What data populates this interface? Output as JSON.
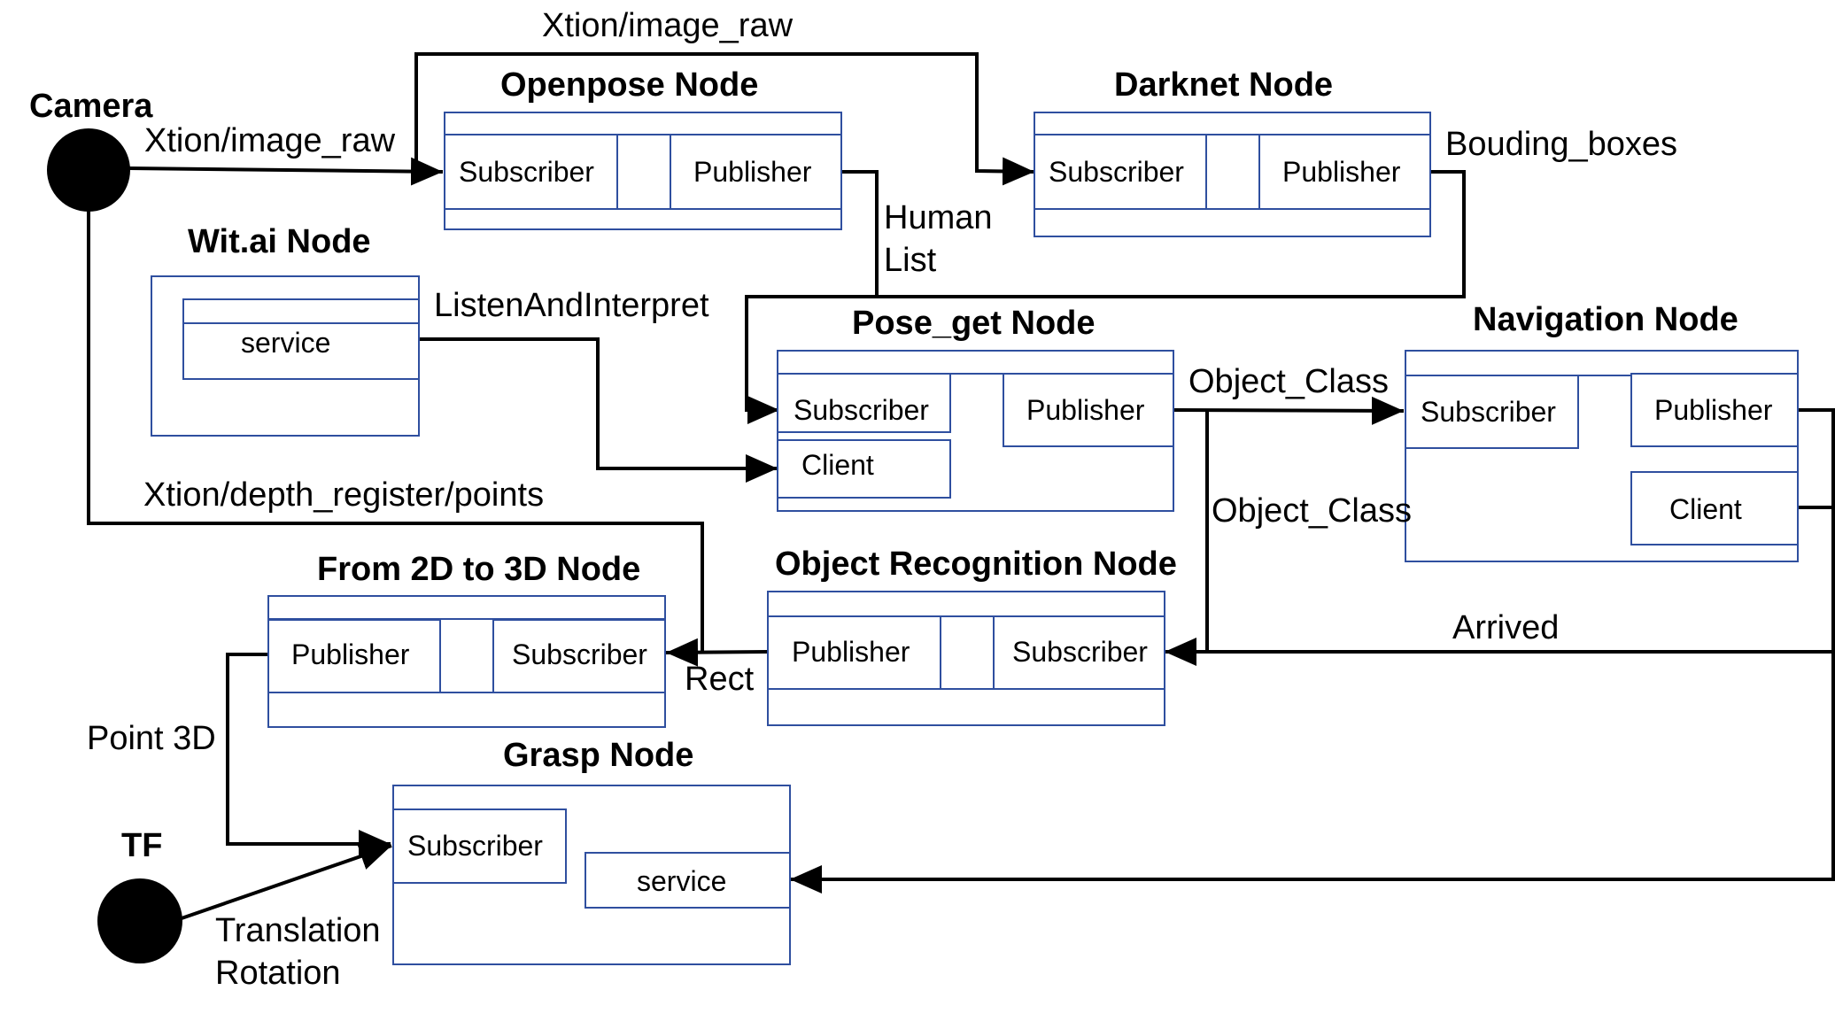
{
  "sources": {
    "camera": "Camera",
    "tf": "TF"
  },
  "nodes": {
    "openpose": {
      "title": "Openpose Node",
      "subscriber": "Subscriber",
      "publisher": "Publisher"
    },
    "darknet": {
      "title": "Darknet Node",
      "subscriber": "Subscriber",
      "publisher": "Publisher"
    },
    "witai": {
      "title": "Wit.ai Node",
      "service": "service"
    },
    "pose_get": {
      "title": "Pose_get Node",
      "subscriber": "Subscriber",
      "publisher": "Publisher",
      "client": "Client"
    },
    "navigation": {
      "title": "Navigation Node",
      "subscriber": "Subscriber",
      "publisher": "Publisher",
      "client": "Client"
    },
    "from2dto3d": {
      "title": "From 2D to 3D Node",
      "publisher": "Publisher",
      "subscriber": "Subscriber"
    },
    "object_recognition": {
      "title": "Object Recognition Node",
      "publisher": "Publisher",
      "subscriber": "Subscriber"
    },
    "grasp": {
      "title": "Grasp Node",
      "subscriber": "Subscriber",
      "service": "service"
    }
  },
  "edges": {
    "image_raw_top": "Xtion/image_raw",
    "image_raw_camera": "Xtion/image_raw",
    "bouding_boxes": "Bouding_boxes",
    "human_list_1": "Human",
    "human_list_2": "List",
    "listen_interpret": "ListenAndInterpret",
    "object_class_1": "Object_Class",
    "object_class_2": "Object_Class",
    "depth_points": "Xtion/depth_register/points",
    "arrived": "Arrived",
    "rect": "Rect",
    "point_3d": "Point 3D",
    "translation": "Translation",
    "rotation": "Rotation"
  }
}
